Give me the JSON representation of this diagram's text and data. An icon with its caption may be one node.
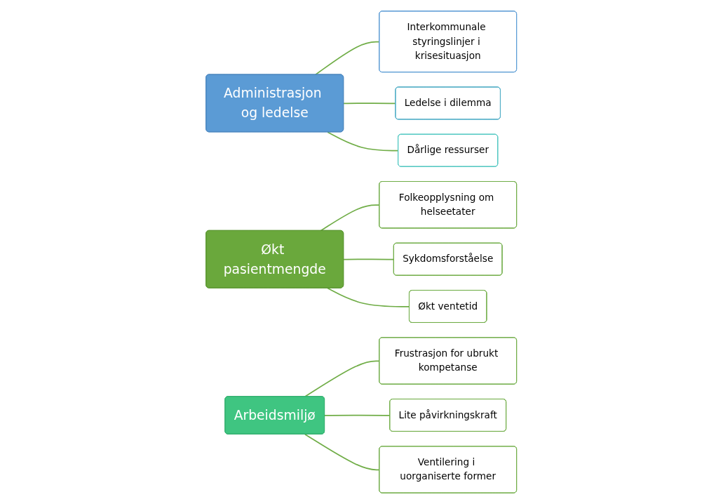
{
  "diagram": {
    "nodes": [
      {
        "text": [
          "Administrasjon og ledelse"
        ]
      },
      {
        "text": [
          "Interkommunale styringslinjer i krisesituasjon"
        ]
      },
      {
        "text": [
          "Ledelse i dilemma"
        ]
      },
      {
        "text": [
          "Dårlige ressurser"
        ]
      },
      {
        "text": [
          "Økt pasientmengde"
        ]
      },
      {
        "text": [
          "Folkeopplysning om helseetater"
        ]
      },
      {
        "text": [
          "Sykdomsforståelse"
        ]
      },
      {
        "text": [
          "Økt ventetid"
        ]
      },
      {
        "text": [
          "Arbeidsmiljø"
        ]
      },
      {
        "text": [
          "Frustrasjon for ubrukt kompetanse"
        ]
      },
      {
        "text": [
          "Lite påvirkningskraft"
        ]
      },
      {
        "text": [
          "Ventilering i uorganiserte former"
        ]
      }
    ],
    "edges": [
      {
        "from": 0,
        "to": 1,
        "arrow": "none"
      },
      {
        "from": 0,
        "to": 2,
        "arrow": "none"
      },
      {
        "from": 0,
        "to": 3,
        "arrow": "none"
      },
      {
        "from": 4,
        "to": 5,
        "arrow": "none"
      },
      {
        "from": 4,
        "to": 6,
        "arrow": "none"
      },
      {
        "from": 4,
        "to": 7,
        "arrow": "none"
      },
      {
        "from": 8,
        "to": 9,
        "arrow": "none"
      },
      {
        "from": 8,
        "to": 10,
        "arrow": "none"
      },
      {
        "from": 8,
        "to": 11,
        "arrow": "none"
      }
    ]
  }
}
